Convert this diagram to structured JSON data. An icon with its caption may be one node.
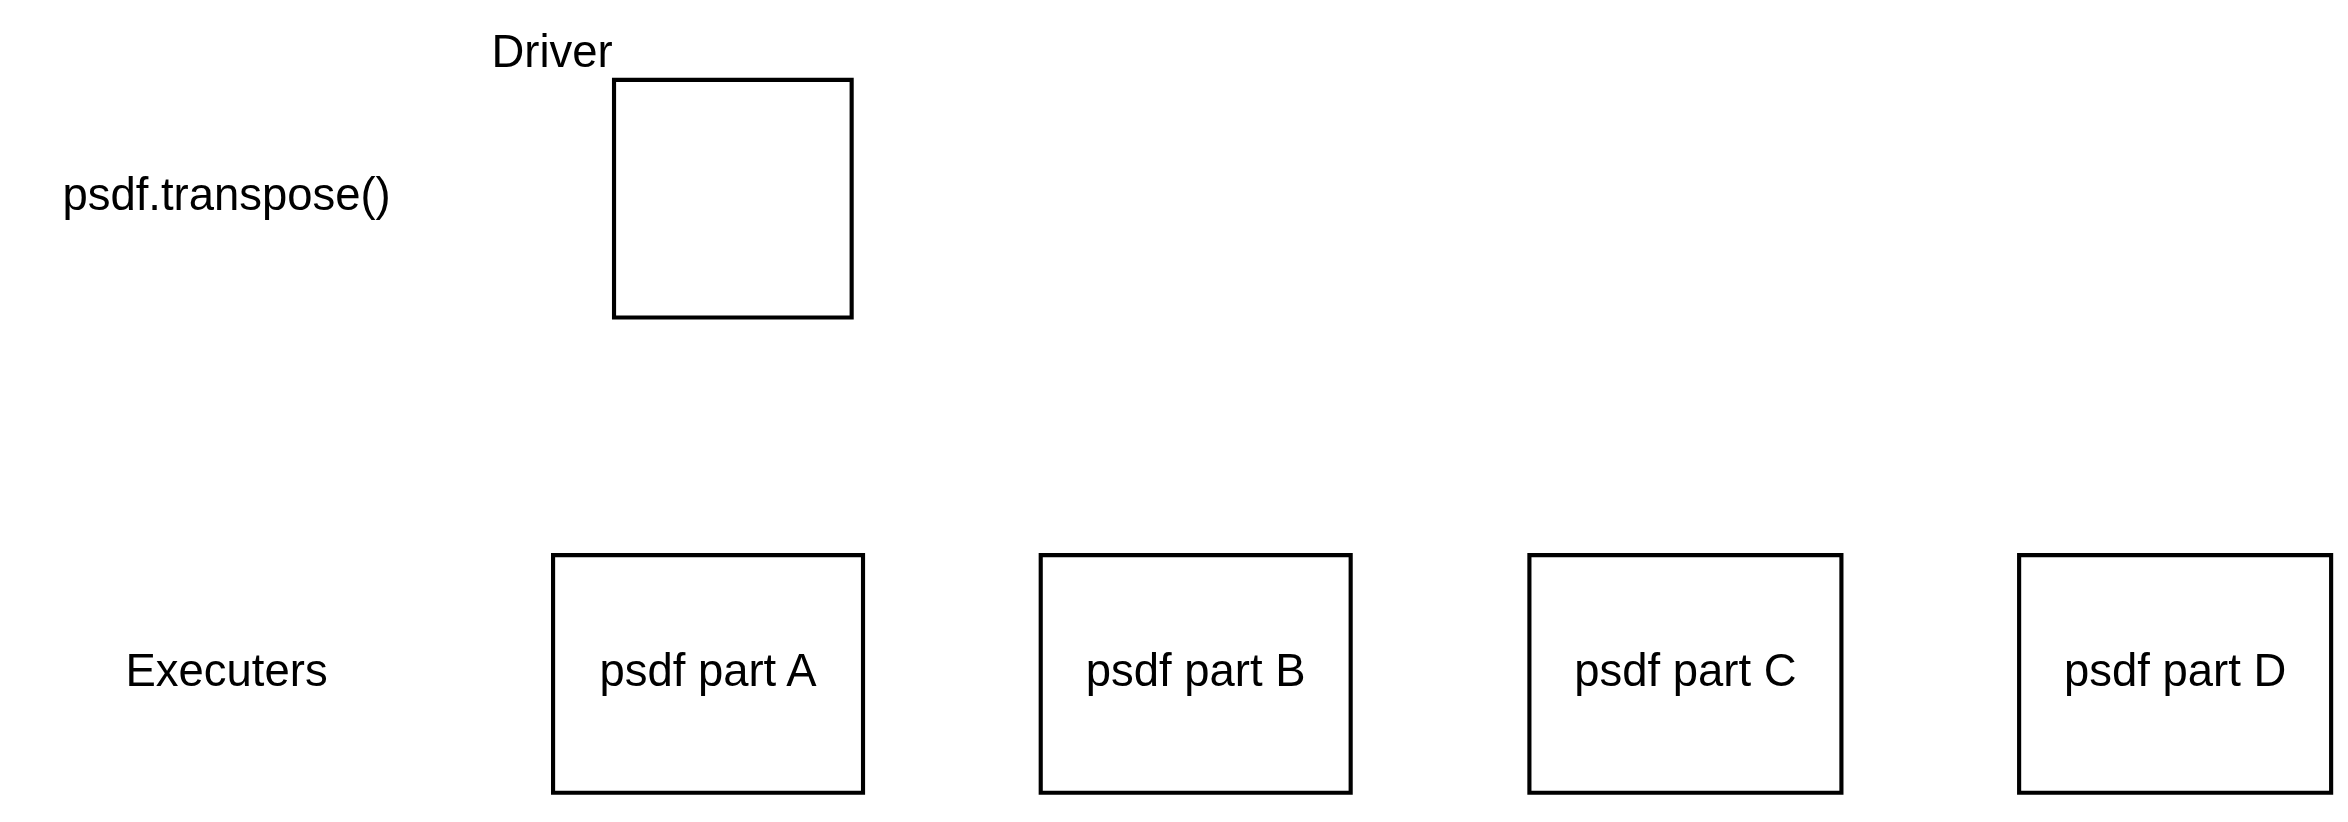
{
  "diagram": {
    "nodes": [
      {
        "text": [],
        "shape": "box",
        "beside": [
          "Driver"
        ]
      },
      {
        "text": [
          "psdf part A"
        ]
      },
      {
        "text": [
          "psdf part B"
        ]
      },
      {
        "text": [
          "psdf part C"
        ]
      },
      {
        "text": [
          "psdf part D"
        ]
      }
    ],
    "edges": [],
    "labels": [
      "psdf.transpose()",
      "Executers"
    ]
  }
}
